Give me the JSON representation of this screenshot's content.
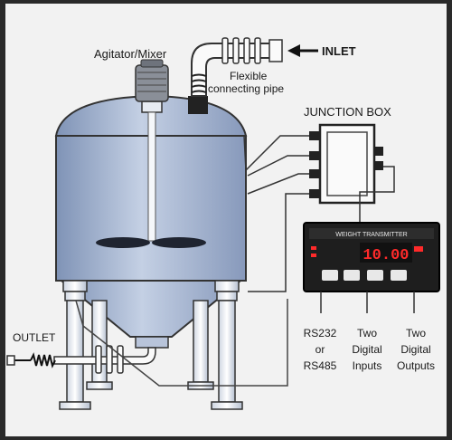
{
  "labels": {
    "agitator": "Agitator/Mixer",
    "inlet": "INLET",
    "flexible_line1": "Flexible",
    "flexible_line2": "connecting pipe",
    "junction_box": "JUNCTION BOX",
    "outlet": "OUTLET",
    "transmitter_title": "WEIGHT TRANSMITTER",
    "display_value": "10.00",
    "rs232": "RS232",
    "or": "or",
    "rs485": "RS485",
    "two_a": "Two",
    "digital_a": "Digital",
    "inputs": "Inputs",
    "two_b": "Two",
    "digital_b": "Digital",
    "outputs": "Outputs"
  },
  "colors": {
    "background": "#f2f2f2",
    "tank_blue": "#a9b8d3",
    "pipe_white": "#ffffff",
    "transmitter_body": "#1e1e1e",
    "display_red": "#ff2a2a"
  },
  "icons": {
    "inlet_arrow": "arrow-left-icon",
    "junction_box": "junction-box-icon",
    "agitator_motor": "motor-icon"
  }
}
